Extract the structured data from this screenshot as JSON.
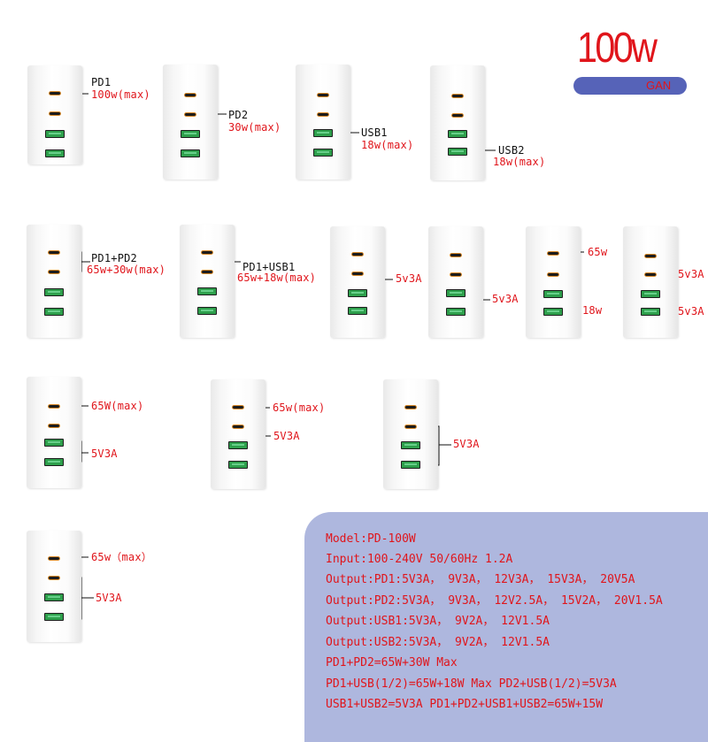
{
  "badge": {
    "wattage": "100w",
    "tech": "GAN"
  },
  "colors": {
    "label_red": "#e0151b",
    "label_black": "#111111",
    "badge_bar": "#5663b8",
    "spec_panel": "#aeb7de",
    "usb_a": "#2e9f4c",
    "usb_c_ring": "#d98a2a"
  },
  "row1": {
    "pd1": {
      "name": "PD1",
      "power": "100w(max)"
    },
    "pd2": {
      "name": "PD2",
      "power": "30w(max)"
    },
    "usb1": {
      "name": "USB1",
      "power": "18w(max)"
    },
    "usb2": {
      "name": "USB2",
      "power": "18w(max)"
    }
  },
  "row2": {
    "pd1pd2": {
      "name": "PD1+PD2",
      "power": "65w+30w(max)"
    },
    "pd1usb1": {
      "name": "PD1+USB1",
      "power": "65w+18w(max)"
    },
    "pd_pair": {
      "power": "5v3A"
    },
    "usb_pair": {
      "power": "5v3A"
    },
    "mixed": {
      "top": "65w",
      "bottom": "18w"
    },
    "split": {
      "top": "5v3A",
      "bottom": "5v3A"
    }
  },
  "row3": {
    "a": {
      "top": "65W(max)",
      "bottom": "5V3A"
    },
    "b": {
      "top": "65w(max)",
      "bottom": "5V3A"
    },
    "c": {
      "bottom": "5V3A"
    }
  },
  "row4": {
    "top": "65w（max）",
    "bottom": "5V3A"
  },
  "spec_lines": [
    "Model:PD-100W",
    "Input:100-240V 50/60Hz 1.2A",
    "Output:PD1:5V3A， 9V3A， 12V3A， 15V3A， 20V5A",
    "Output:PD2:5V3A， 9V3A， 12V2.5A， 15V2A， 20V1.5A",
    "Output:USB1:5V3A， 9V2A， 12V1.5A",
    "Output:USB2:5V3A， 9V2A， 12V1.5A",
    "PD1+PD2=65W+30W Max",
    "PD1+USB(1/2)=65W+18W Max  PD2+USB(1/2)=5V3A",
    "USB1+USB2=5V3A  PD1+PD2+USB1+USB2=65W+15W"
  ]
}
